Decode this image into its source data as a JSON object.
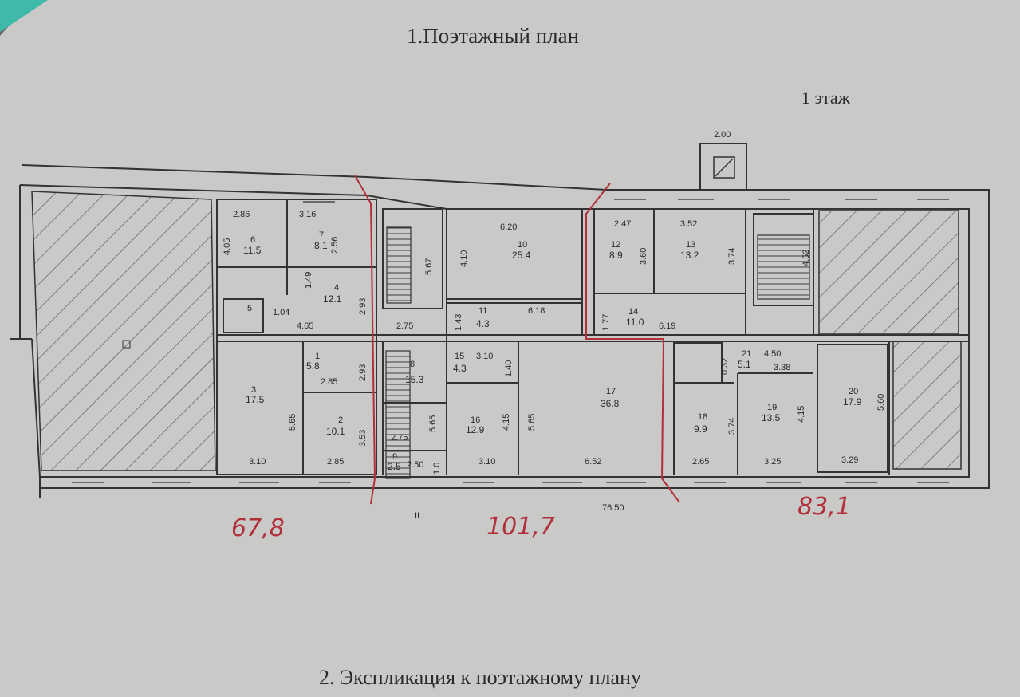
{
  "header": {
    "title": "1.Поэтажный  план",
    "floor": "1  этаж"
  },
  "footer": {
    "title": "2. Экспликация к поэтажному плану"
  },
  "shaft_width": "2.00",
  "overall_length": "76.50",
  "axis_mark": "II",
  "totals": [
    "67,8",
    "101,7",
    "83,1"
  ],
  "rooms": [
    {
      "no": "1",
      "area": "5.8"
    },
    {
      "no": "2",
      "area": "10.1"
    },
    {
      "no": "3",
      "area": "17.5"
    },
    {
      "no": "4",
      "area": "12.1"
    },
    {
      "no": "5",
      "area": ""
    },
    {
      "no": "6",
      "area": "11.5"
    },
    {
      "no": "7",
      "area": "8.1"
    },
    {
      "no": "8",
      "area": "15.3"
    },
    {
      "no": "9",
      "area": "2.5"
    },
    {
      "no": "10",
      "area": "25.4"
    },
    {
      "no": "11",
      "area": "4.3"
    },
    {
      "no": "12",
      "area": "8.9"
    },
    {
      "no": "13",
      "area": "13.2"
    },
    {
      "no": "14",
      "area": "11.0"
    },
    {
      "no": "15",
      "area": "4.3"
    },
    {
      "no": "16",
      "area": "12.9"
    },
    {
      "no": "17",
      "area": "36.8"
    },
    {
      "no": "18",
      "area": "9.9"
    },
    {
      "no": "19",
      "area": "13.5"
    },
    {
      "no": "20",
      "area": "17.9"
    },
    {
      "no": "21",
      "area": "5.1"
    }
  ],
  "dimensions": [
    "2.86",
    "4.05",
    "3.16",
    "2.56",
    "1.49",
    "2.93",
    "1.04",
    "4.65",
    "2.75",
    "5.67",
    "6.20",
    "4.10",
    "6.18",
    "1.43",
    "2.47",
    "3.60",
    "3.52",
    "3.74",
    "4.52",
    "1.77",
    "6.19",
    "2.93",
    "2.85",
    "5.65",
    "3.53",
    "3.10",
    "2.85",
    "5.65",
    "2.75",
    "2.50",
    "1.0",
    "3.10",
    "3.10",
    "1.40",
    "4.15",
    "5.65",
    "6.52",
    "2.65",
    "3.74",
    "3.25",
    "4.15",
    "3.29",
    "5.60",
    "4.50",
    "3.38",
    "0.32"
  ]
}
